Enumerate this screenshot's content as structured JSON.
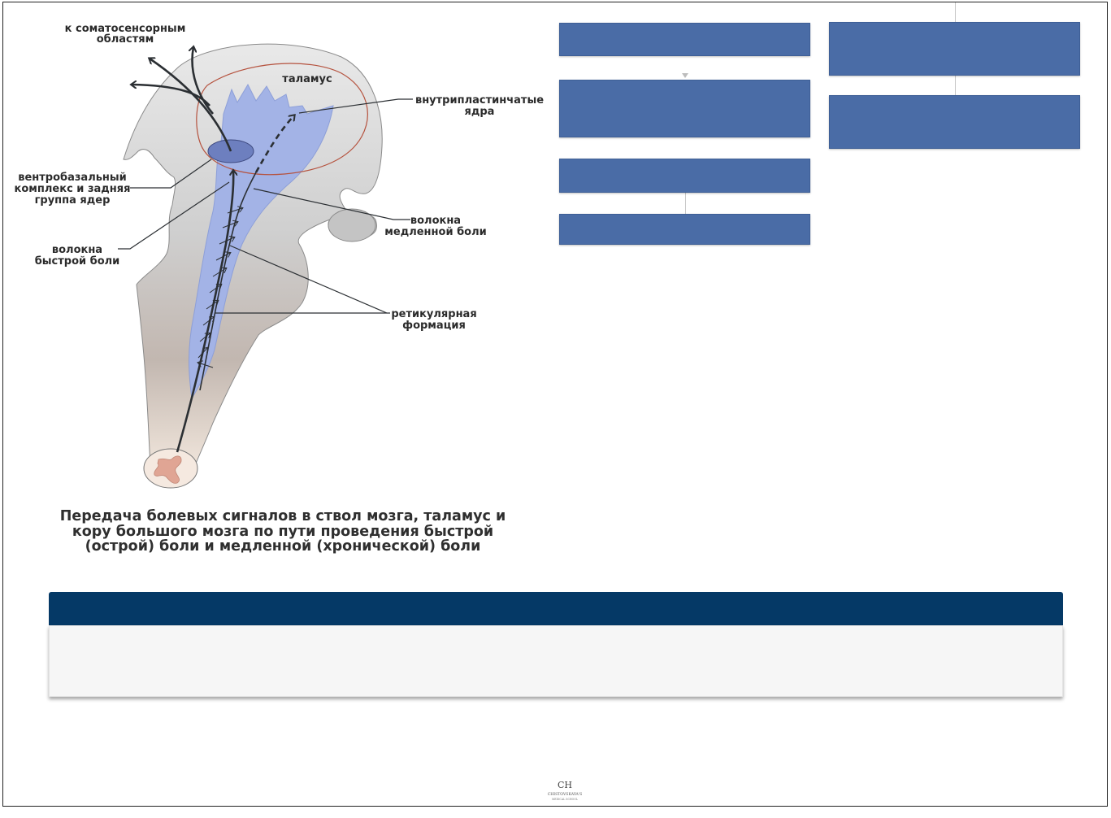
{
  "diagram": {
    "labels": {
      "somatosensory_1": "к соматосенсорным",
      "somatosensory_2": "областям",
      "thalamus": "таламус",
      "intralaminar_1": "внутрипластинчатые",
      "intralaminar_2": "ядра",
      "ventrobasal_1": "вентробазальный",
      "ventrobasal_2": "комплекс и задняя",
      "ventrobasal_3": "группа ядер",
      "slow_fibers_1": "волокна",
      "slow_fibers_2": "медленной боли",
      "fast_fibers_1": "волокна",
      "fast_fibers_2": "быстрой боли",
      "reticular_1": "ретикулярная",
      "reticular_2": "формация"
    },
    "caption": "Передача болевых сигналов в ствол мозга, таламус и кору большого мозга по пути проведения быстрой (острой) боли и медленной (хронической) боли"
  },
  "logo": {
    "monogram": "CH",
    "name": "CHISTOVSKAYA'S",
    "sub": "MEDICAL SCHOOL"
  },
  "colors": {
    "box_fill": "#4a6ca6",
    "banner": "#053966",
    "pathway": "#a3b3e6",
    "thalamus_outline": "#b5523e"
  }
}
